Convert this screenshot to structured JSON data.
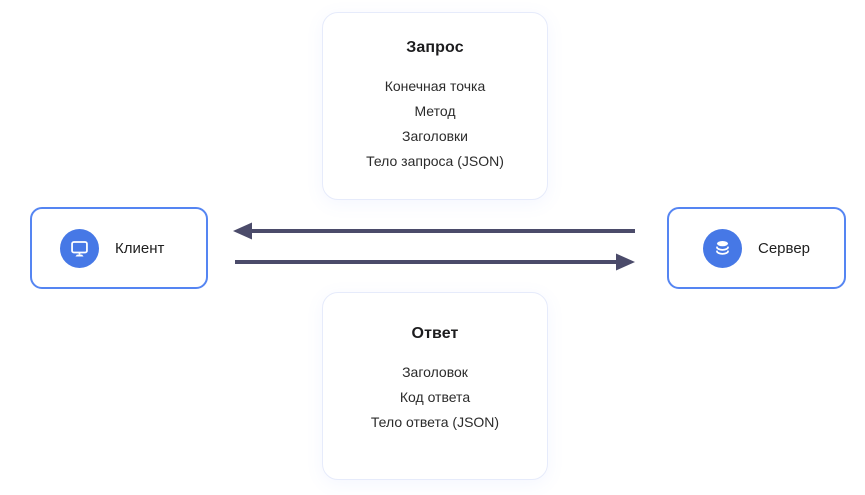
{
  "diagram": {
    "background_color": "#ffffff",
    "accent_blue": "#4678e6",
    "node_border_blue": "#5585f2",
    "light_box_border": "#e6ebfb",
    "arrow_color": "#4b4b6a",
    "request_box": {
      "title": "Запрос",
      "items": [
        "Конечная точка",
        "Метод",
        "Заголовки",
        "Тело запроса (JSON)"
      ]
    },
    "response_box": {
      "title": "Ответ",
      "items": [
        "Заголовок",
        "Код ответа",
        "Тело ответа (JSON)"
      ]
    },
    "client_node": {
      "label": "Клиент",
      "icon": "monitor-icon"
    },
    "server_node": {
      "label": "Сервер",
      "icon": "database-icon"
    },
    "arrows": [
      {
        "name": "arrow-server-to-client",
        "direction": "left"
      },
      {
        "name": "arrow-client-to-server",
        "direction": "right"
      }
    ]
  }
}
